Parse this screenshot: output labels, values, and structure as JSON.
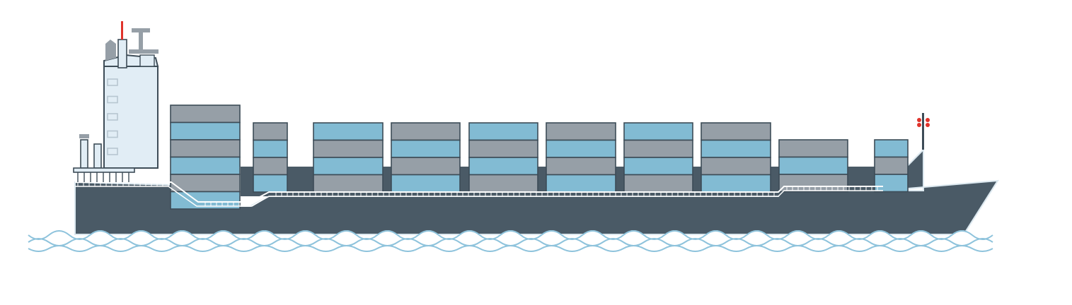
{
  "scene": {
    "subject": "container-ship",
    "colors": {
      "background": "#ffffff",
      "hull": "#4a5a66",
      "outline": "#3d4c57",
      "container_gray": "#969fa7",
      "container_blue": "#82bbd3",
      "bridge": "#e1edf5",
      "window": "#b7c6d1",
      "rail": "#ffffff",
      "water": "#8ec3dc",
      "mast_light": "#e0332b"
    },
    "container_stacks": [
      {
        "tiers": [
          "gray",
          "blue",
          "gray",
          "blue",
          "gray",
          "blue"
        ]
      },
      {
        "tiers": [
          "gray",
          "blue",
          "gray",
          "blue"
        ]
      },
      {
        "tiers": [
          "blue",
          "gray",
          "blue",
          "gray"
        ]
      },
      {
        "tiers": [
          "gray",
          "blue",
          "gray",
          "blue"
        ]
      },
      {
        "tiers": [
          "blue",
          "gray",
          "blue",
          "gray"
        ]
      },
      {
        "tiers": [
          "gray",
          "blue",
          "gray",
          "blue"
        ]
      },
      {
        "tiers": [
          "blue",
          "gray",
          "blue",
          "gray"
        ]
      },
      {
        "tiers": [
          "gray",
          "blue",
          "gray",
          "blue"
        ]
      },
      {
        "tiers": [
          "gray",
          "blue",
          "gray"
        ]
      },
      {
        "tiers": [
          "blue",
          "gray",
          "blue"
        ]
      }
    ],
    "bridge_window_count": 5
  }
}
